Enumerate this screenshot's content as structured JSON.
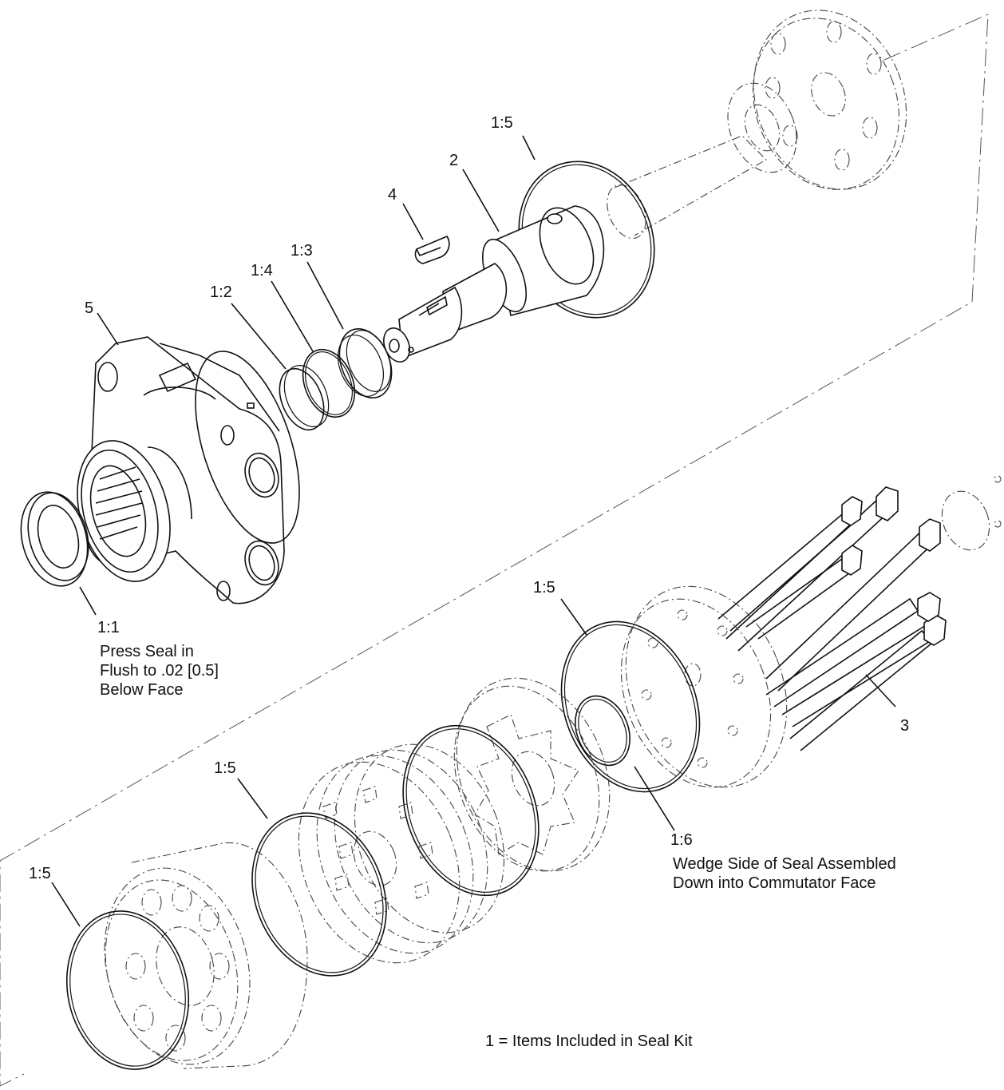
{
  "diagram": {
    "callouts": {
      "c_1_5_top": "1:5",
      "c_2": "2",
      "c_4": "4",
      "c_1_3": "1:3",
      "c_1_4": "1:4",
      "c_1_2": "1:2",
      "c_5": "5",
      "c_1_1": "1:1",
      "c_1_5_mid": "1:5",
      "c_3": "3",
      "c_1_5_lower": "1:5",
      "c_1_5_left": "1:5",
      "c_1_6": "1:6"
    },
    "notes": {
      "press_seal": [
        "Press Seal in",
        "Flush to .02 [0.5]",
        "Below Face"
      ],
      "wedge_side": [
        "Wedge Side of Seal Assembled",
        "Down into Commutator Face"
      ],
      "seal_kit": "1 = Items Included in Seal Kit"
    }
  }
}
